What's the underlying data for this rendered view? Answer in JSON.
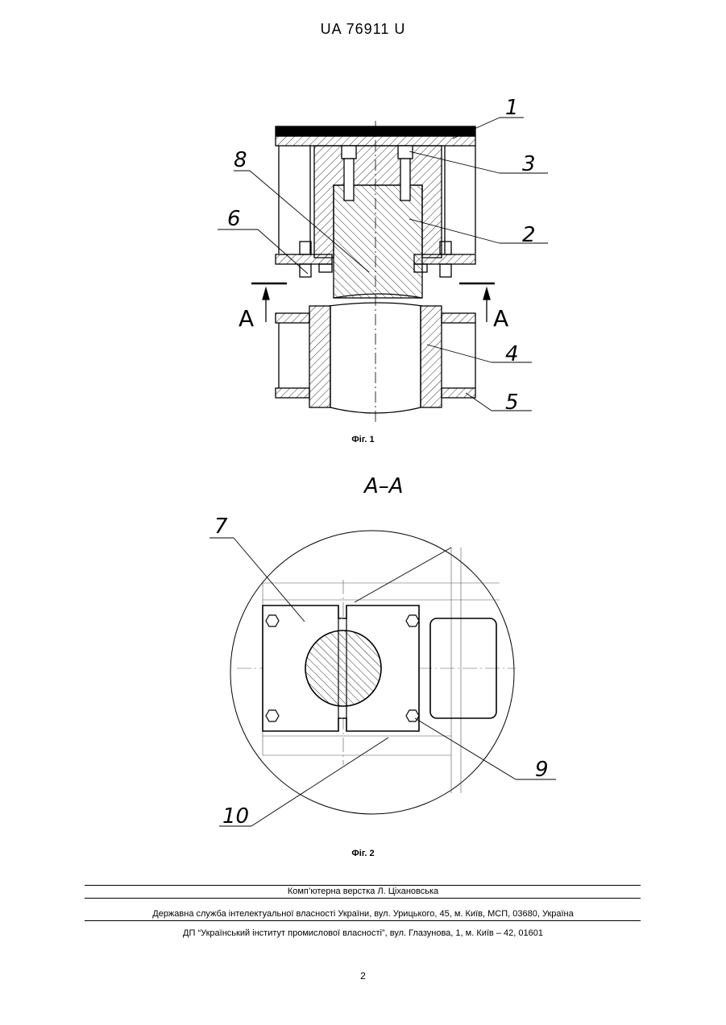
{
  "header": {
    "document_number": "UA   76911   U"
  },
  "figure1": {
    "caption": "Фіг. 1",
    "labels": [
      "1",
      "2",
      "3",
      "4",
      "5",
      "6",
      "8"
    ],
    "section_marker": "A"
  },
  "figure2": {
    "caption": "Фіг. 2",
    "section_title": "A–A",
    "labels": [
      "7",
      "9",
      "10"
    ]
  },
  "footer": {
    "layout_credit": "Комп’ютерна верстка Л. Ціхановська",
    "agency": "Державна служба інтелектуальної власності України, вул. Урицького, 45, м. Київ, МСП, 03680, Україна",
    "institute": "ДП “Український інститут промислової власності”, вул. Глазунова, 1, м. Київ – 42, 01601",
    "page_number": "2"
  }
}
